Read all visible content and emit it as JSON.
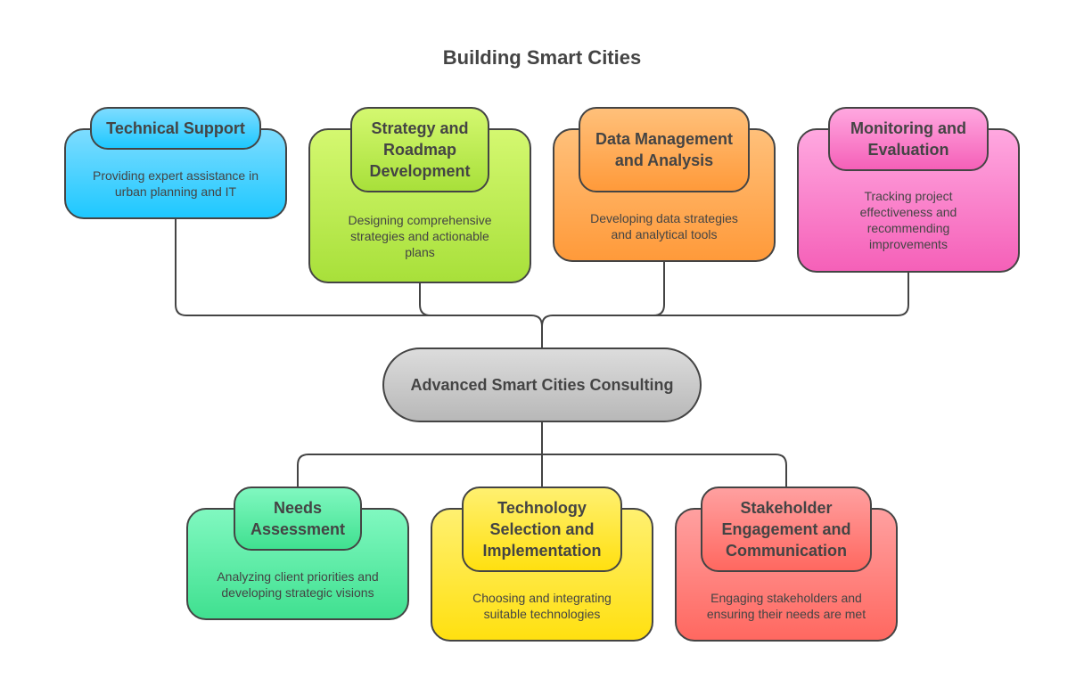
{
  "title": "Building Smart Cities",
  "center": {
    "label": "Advanced Smart Cities Consulting",
    "color": "#c8c8c8"
  },
  "top_nodes": [
    {
      "title": "Technical Support",
      "description": "Providing expert assistance in urban planning and IT",
      "color": "#1ec8ff"
    },
    {
      "title": "Strategy and Roadmap Development",
      "description": "Designing comprehensive strategies and actionable plans",
      "color": "#a8e03a"
    },
    {
      "title": "Data Management and Analysis",
      "description": "Developing data strategies and analytical tools",
      "color": "#ff9a3a"
    },
    {
      "title": "Monitoring and Evaluation",
      "description": "Tracking project effectiveness and recommending improvements",
      "color": "#f560b8"
    }
  ],
  "bottom_nodes": [
    {
      "title": "Needs Assessment",
      "description": "Analyzing client priorities and developing strategic visions",
      "color": "#40e090"
    },
    {
      "title": "Technology Selection and Implementation",
      "description": "Choosing and integrating suitable technologies",
      "color": "#ffe010"
    },
    {
      "title": "Stakeholder Engagement and Communication",
      "description": "Engaging stakeholders and ensuring their needs are met",
      "color": "#ff6860"
    }
  ]
}
